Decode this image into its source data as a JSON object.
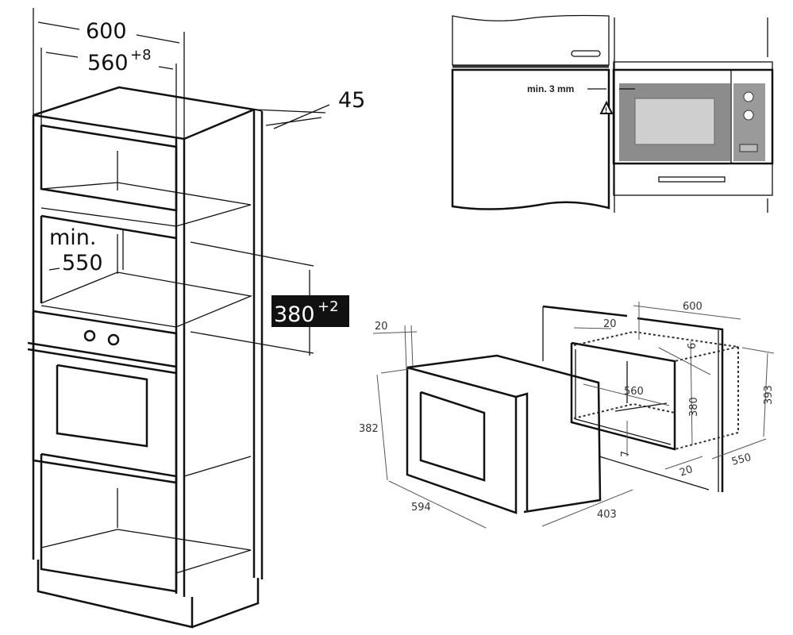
{
  "cabinet_diagram": {
    "width_label": "600",
    "niche_width_label": "560",
    "niche_width_tolerance": "+8",
    "depth_offset_label": "45",
    "min_depth_prefix": "min.",
    "min_depth_label": "550",
    "niche_height_label": "380",
    "niche_height_tolerance": "+2"
  },
  "gap_diagram": {
    "gap_label": "min. 3 mm",
    "warning_icon": "warning-triangle-icon"
  },
  "microwave_diagram": {
    "frame_offset_left": "20",
    "height": "382",
    "width": "594",
    "depth": "403",
    "niche_outer_width": "600",
    "frame_offset_inner": "20",
    "top_gap": "6",
    "niche_width": "560",
    "niche_height": "380",
    "outer_height": "393",
    "bottom_gap": "7",
    "frame_offset_bottom": "20",
    "niche_depth": "550"
  }
}
